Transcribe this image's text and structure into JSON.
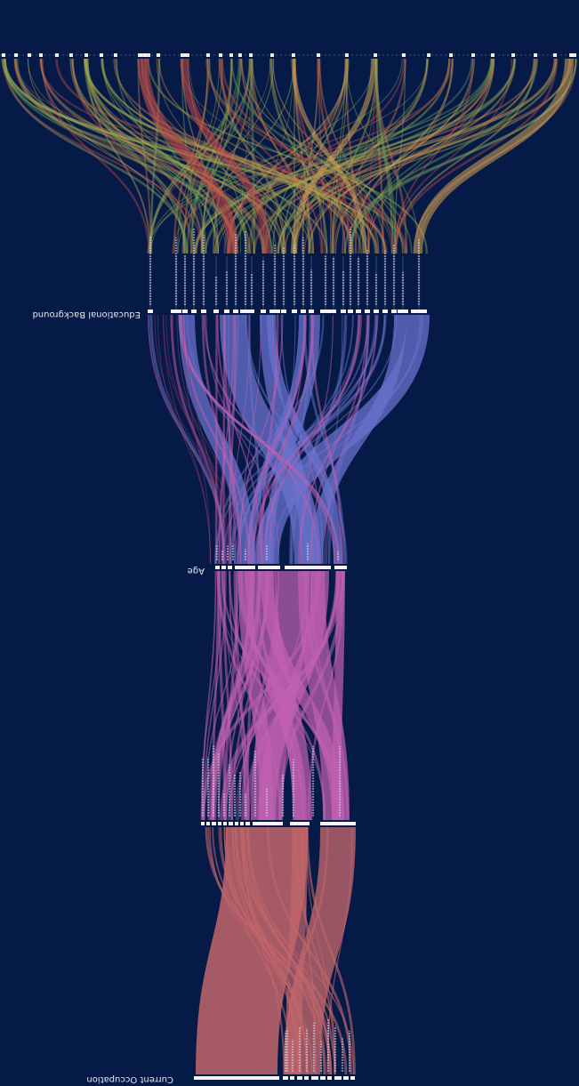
{
  "diagram": {
    "axis_labels": {
      "bottom": "Current Occupation",
      "middle": "Age",
      "upper": "Educational Background"
    },
    "colors": {
      "background": "#061a47",
      "flow_current": "#c2666b",
      "flow_age": "#c060b0",
      "flow_education": "#6a72cc",
      "flow_top_a": "#cfa456",
      "flow_top_b": "#c84a4a",
      "flow_top_c": "#6aa050",
      "bar": "#f3f3f3"
    }
  }
}
